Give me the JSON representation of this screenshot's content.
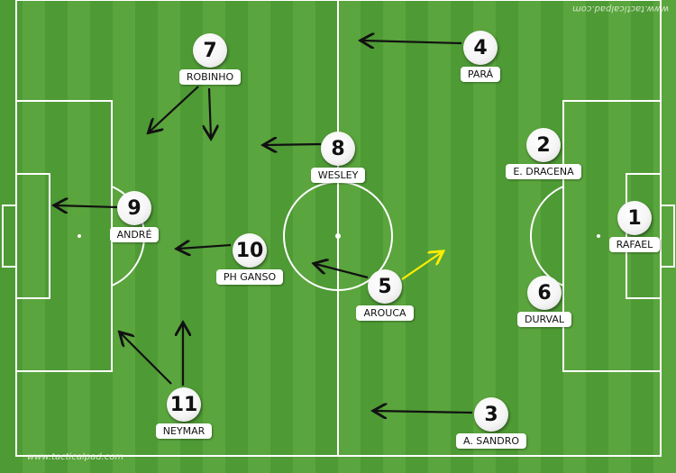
{
  "watermark": {
    "top": "www.tacticalpad.com",
    "bottom": "www.tacticalpad.com"
  },
  "colors": {
    "grass_dark": "#4e9a35",
    "grass_light": "#5aa53d",
    "lines": "#ffffff",
    "arrow": "#111111",
    "arrow_highlight": "#ffee00"
  },
  "players": [
    {
      "number": "7",
      "name": "ROBINHO"
    },
    {
      "number": "4",
      "name": "PARÁ"
    },
    {
      "number": "8",
      "name": "WESLEY"
    },
    {
      "number": "2",
      "name": "E. DRACENA"
    },
    {
      "number": "9",
      "name": "ANDRÉ"
    },
    {
      "number": "1",
      "name": "RAFAEL"
    },
    {
      "number": "10",
      "name": "PH GANSO"
    },
    {
      "number": "5",
      "name": "AROUCA"
    },
    {
      "number": "6",
      "name": "DURVAL"
    },
    {
      "number": "11",
      "name": "NEYMAR"
    },
    {
      "number": "3",
      "name": "A. SANDRO"
    }
  ]
}
